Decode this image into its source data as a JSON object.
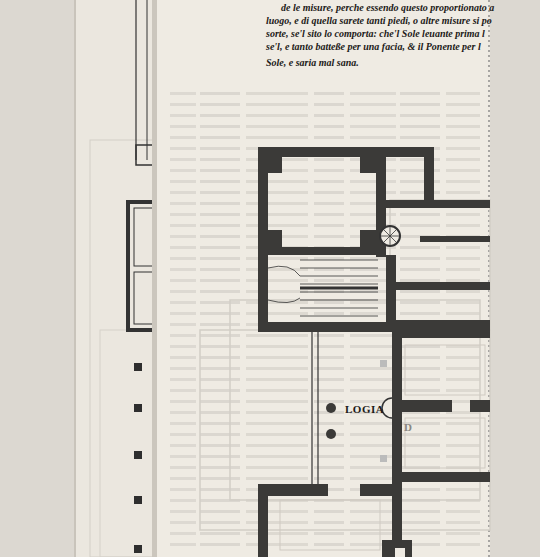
{
  "diagram": {
    "labels": [
      "de le misure, perche essendo questo proportionato a",
      "luogo, e di quella sarete tanti piedi, o altre misure si po",
      "sorte, se'l sito lo comporta: che'l Sole leuante prima l",
      "se'l, e tanto batteße per una facia, & il Ponente per l",
      "Sole, e saria mal sana.",
      "LOGIA",
      "D"
    ]
  }
}
